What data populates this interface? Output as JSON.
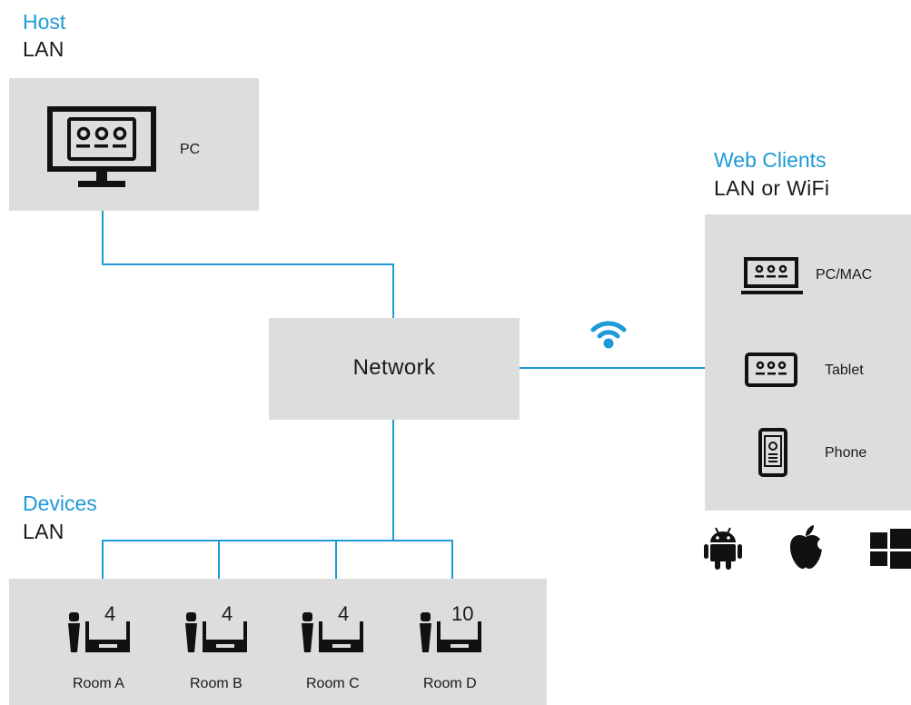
{
  "host": {
    "title": "Host",
    "subtitle": "LAN",
    "pc_label": "PC"
  },
  "network": {
    "label": "Network"
  },
  "web_clients": {
    "title": "Web Clients",
    "subtitle": "LAN or WiFi",
    "items": [
      {
        "label": "PC/MAC",
        "icon": "laptop-icon"
      },
      {
        "label": "Tablet",
        "icon": "tablet-icon"
      },
      {
        "label": "Phone",
        "icon": "phone-icon"
      }
    ],
    "platform_icons": [
      "android-icon",
      "apple-icon",
      "windows-icon"
    ]
  },
  "devices": {
    "title": "Devices",
    "subtitle": "LAN",
    "rooms": [
      {
        "label": "Room A",
        "count": "4"
      },
      {
        "label": "Room B",
        "count": "4"
      },
      {
        "label": "Room C",
        "count": "4"
      },
      {
        "label": "Room D",
        "count": "10"
      }
    ]
  },
  "colors": {
    "accent": "#1e9ad6",
    "box": "#dddddd",
    "icon": "#111111"
  }
}
